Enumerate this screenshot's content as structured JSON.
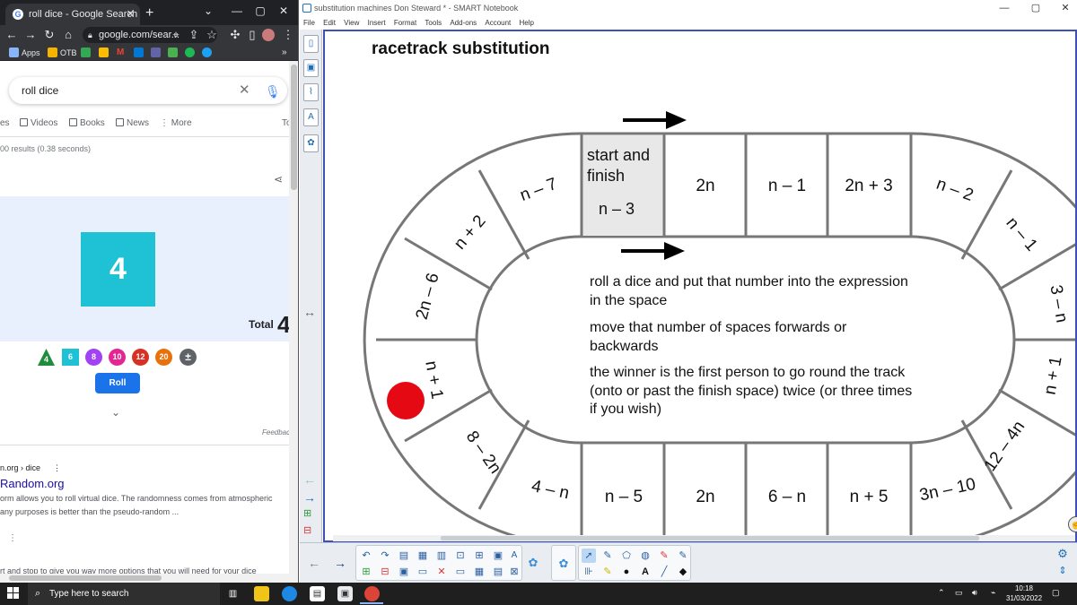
{
  "chrome": {
    "tab_title": "roll dice - Google Search",
    "tab_close": "✕",
    "new_tab": "+",
    "address": "google.com/sear...",
    "bookmarks": [
      "Apps",
      "OTB",
      "M"
    ]
  },
  "google": {
    "search_query": "roll dice",
    "nav": [
      "es",
      "Videos",
      "Books",
      "News",
      "More",
      "To"
    ],
    "results_count": "00 results (0.38 seconds)",
    "die_value": "4",
    "total_label": "Total",
    "total_value": "4",
    "dice_options": [
      "4",
      "6",
      "8",
      "10",
      "12",
      "20",
      "±"
    ],
    "dice_colors": [
      "#1e8e3e",
      "#1fc1d5",
      "#a142f4",
      "#e52592",
      "#d93025",
      "#e8710a",
      "#5f6368"
    ],
    "roll_label": "Roll",
    "feedback": "Feedbac",
    "result_url": "n.org › dice",
    "result_title": "Random.org",
    "result_snippet_1": "orm allows you to roll virtual dice. The randomness comes from atmospheric",
    "result_snippet_2": "any purposes is better than the pseudo-random ...",
    "result_next": "rt and stop to give you way more options that you will need for your dice"
  },
  "notebook": {
    "window_title": "substitution machines Don Steward * - SMART Notebook",
    "menus": [
      "File",
      "Edit",
      "View",
      "Insert",
      "Format",
      "Tools",
      "Add-ons",
      "Account",
      "Help"
    ],
    "page_title": "racetrack  substitution",
    "start_cell": {
      "line1": "start and",
      "line2": "finish",
      "line3": "n – 3"
    },
    "top_row": [
      "2n",
      "n – 1",
      "2n + 3"
    ],
    "bottom_row": [
      "4 – n",
      "n – 5",
      "2n",
      "6 – n",
      "n + 5",
      "3n – 10"
    ],
    "left_curve": [
      "n – 7",
      "n + 2",
      "2n – 6",
      "n + 1",
      "8 – 2n"
    ],
    "right_curve": [
      "n – 2",
      "n – 1",
      "3 – n",
      "n + 1",
      "12 – 4n"
    ],
    "instructions": [
      "roll a dice and put that number into the expression",
      "in the space",
      "move that number of spaces forwards or",
      "backwards",
      "the winner is the first person to go round the track",
      "(onto or past the finish space) twice (or three times",
      "if you wish)"
    ],
    "counter_color": "#e50914",
    "highlight_color": "#e8e8e8"
  },
  "taskbar": {
    "search_placeholder": "Type here to search",
    "time": "10:18",
    "date": "31/03/2022"
  }
}
